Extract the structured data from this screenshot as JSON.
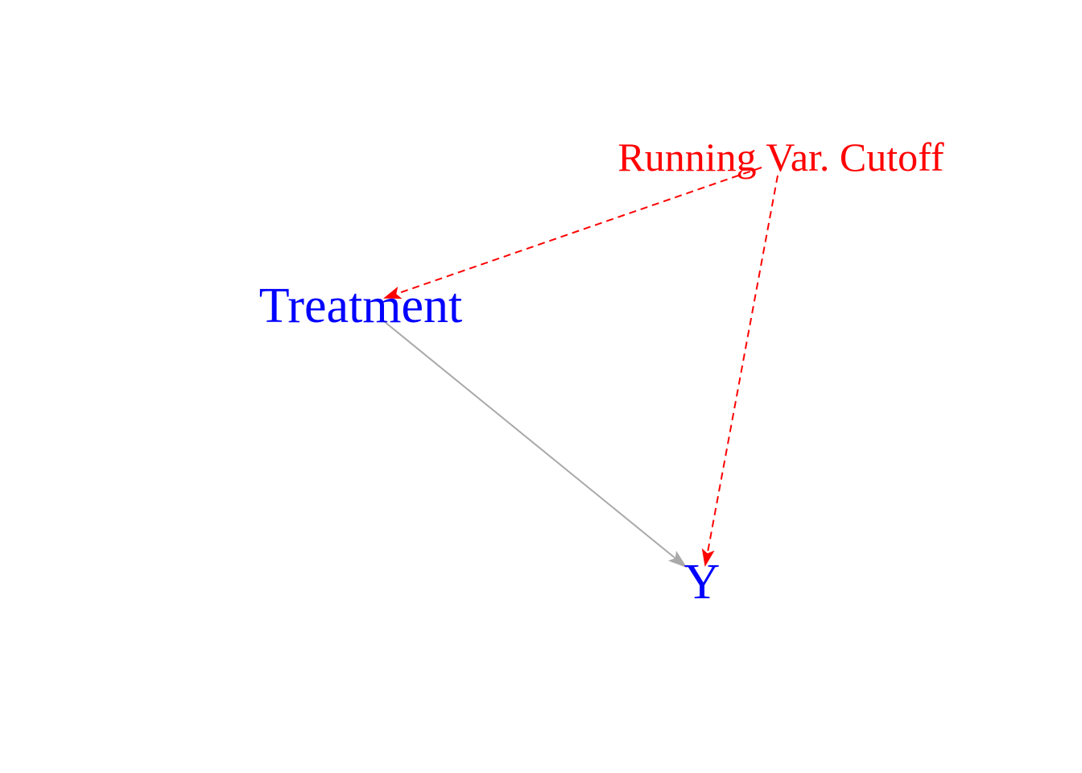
{
  "nodes": {
    "cutoff": {
      "label": "Running Var. Cutoff",
      "color": "#ff0000"
    },
    "treatment": {
      "label": "Treatment",
      "color": "#0000ff"
    },
    "y": {
      "label": "Y",
      "color": "#0000ff"
    }
  },
  "edges": [
    {
      "from": "cutoff",
      "to": "treatment",
      "style": "dashed",
      "color": "#ff0000"
    },
    {
      "from": "cutoff",
      "to": "y",
      "style": "dashed",
      "color": "#ff0000"
    },
    {
      "from": "treatment",
      "to": "y",
      "style": "solid",
      "color": "#a9a9a9"
    }
  ]
}
